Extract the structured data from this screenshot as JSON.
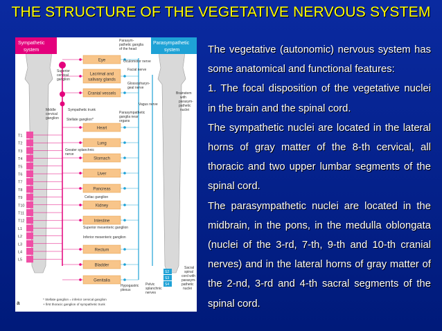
{
  "slide": {
    "title": "THE STRUCTURE OF THE VEGETATIVE NERVOUS SYSTEM",
    "paragraphs": [
      "The vegetative (autonomic) nervous system has some anatomical and functional features:",
      "1. The focal disposition of the vegetative nuclei in the brain and the spinal cord.",
      "The sympathetic nuclei are located in the lateral horns of gray matter of the 8-th cervical, all thoracic and two upper lumbar segments of the spinal cord.",
      "The parasympathetic nuclei are located in the midbrain, in the pons, in the medulla oblongata (nuclei of the 3-rd, 7-th, 9-th and 10-th cranial nerves) and in the lateral horns of gray matter of the 2-nd, 3-rd and 4-th sacral segments of the spinal cord."
    ]
  },
  "figure": {
    "sympathetic_header": [
      "Sympathetic",
      "system"
    ],
    "parasympathetic_header": [
      "Parasympathetic",
      "system"
    ],
    "organs": [
      "Eye",
      "Lacrimal and",
      "salivary glands",
      "Cranial vessels",
      "Heart",
      "Lung",
      "Stomach",
      "Liver",
      "Pancreas",
      "Kidney",
      "Intestine",
      "Rectum",
      "Bladder",
      "Genitalia"
    ],
    "segments": [
      "T1",
      "T2",
      "T3",
      "T4",
      "T5",
      "T6",
      "T7",
      "T8",
      "T9",
      "T10",
      "T11",
      "T12",
      "L1",
      "L2",
      "L3",
      "L4",
      "L5"
    ],
    "sacral_segments": [
      "S2",
      "S3",
      "S4"
    ],
    "labels": {
      "superior_cervical": [
        "Superior",
        "cervical",
        "ganglion"
      ],
      "middle_cervical": [
        "Middle",
        "cervical",
        "ganglion"
      ],
      "sympathetic_trunk": "Sympathetic trunk",
      "stellate": "Stellate ganglion*",
      "greater_splanchnic": [
        "Greater splanchnic",
        "nerve"
      ],
      "celiac": "Celiac ganglion",
      "sup_mesenteric": "Superior mesenteric ganglion",
      "inf_mesenteric": "Inferior mesenteric ganglion",
      "hypogastric": [
        "Hypogastric",
        "plexus"
      ],
      "pelvic": [
        "Pelvic",
        "splanchnic",
        "nerves"
      ],
      "para_head": [
        "Parasym-",
        "pathetic ganglia",
        "of the head"
      ],
      "oculomotor": "Oculomotor nerve",
      "facial": "Facial nerve",
      "glosso": [
        "Glossopharyn-",
        "geal nerve"
      ],
      "vagus": "Vagus nerve",
      "para_near": [
        "Parasympathetic",
        "ganglia near",
        "organs"
      ],
      "brainstem": [
        "Brainstem",
        "with",
        "parasym-",
        "pathetic",
        "nuclei"
      ],
      "sacral_cord": [
        "Sacral",
        "spinal",
        "cord with",
        "parasym-",
        "pathetic",
        "nuclei"
      ],
      "footnote": [
        "* Stellate ganglion = inferior cervical ganglion",
        "+ first thoracic ganglion of sympathetic trunk"
      ],
      "panel": "a"
    }
  }
}
